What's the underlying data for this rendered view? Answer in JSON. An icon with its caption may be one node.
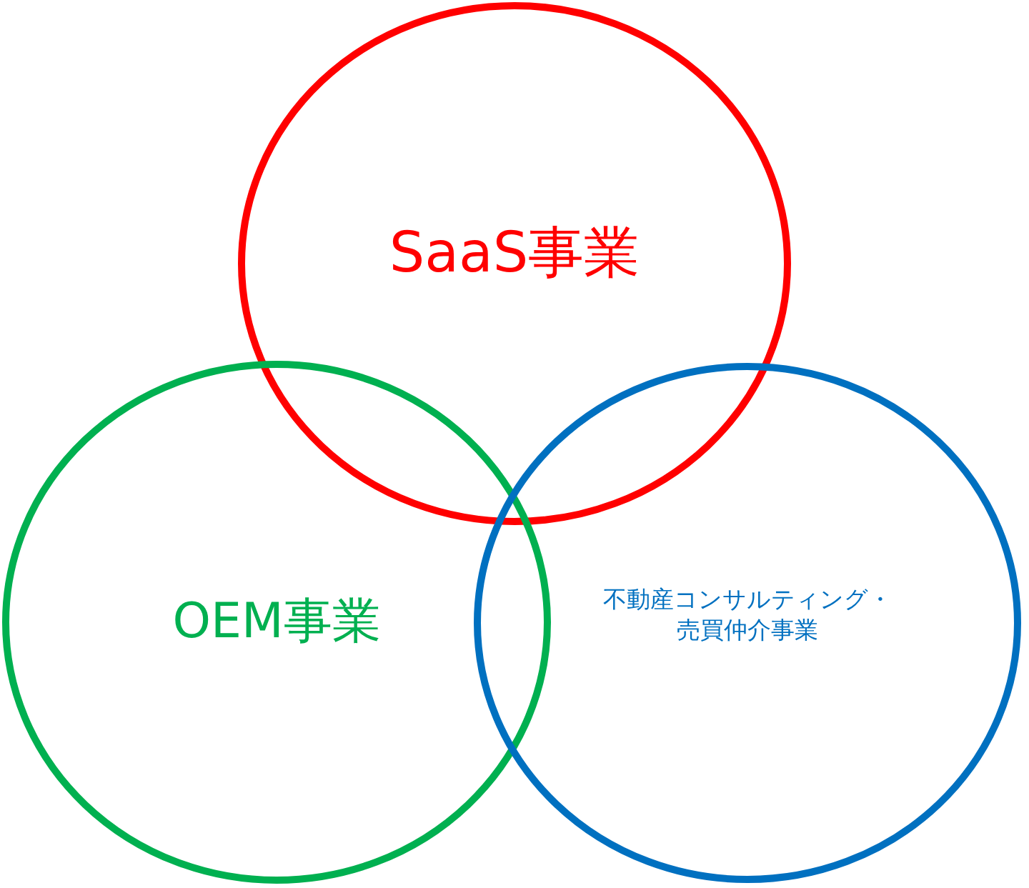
{
  "diagram": {
    "nodes": [
      {
        "text": [
          "SaaS事業"
        ]
      },
      {
        "text": [
          "OEM事業"
        ]
      },
      {
        "text": [
          "不動産コンサルティング・売買仲介事業"
        ]
      }
    ]
  }
}
